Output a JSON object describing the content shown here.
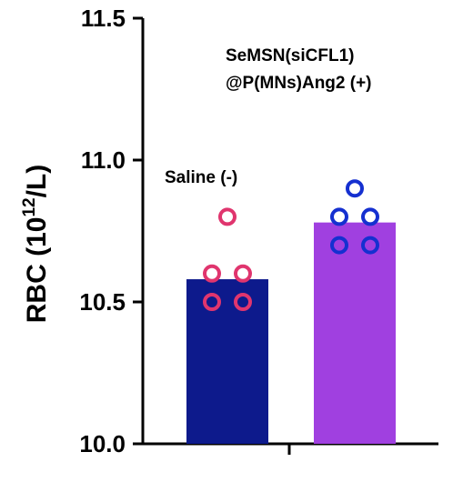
{
  "chart_data": {
    "type": "bar",
    "ylabel": {
      "main": "RBC (10",
      "superscript": "12",
      "unit": "/L)"
    },
    "ylim": [
      10.0,
      11.5
    ],
    "yticks": [
      "10.0",
      "10.5",
      "11.0",
      "11.5"
    ],
    "grid": false,
    "series": [
      {
        "annotation": "Saline (-)",
        "bar_value": 10.58,
        "bar_color": "#0d1a8c",
        "point_color": "#e0356e",
        "points": [
          10.8,
          10.6,
          10.6,
          10.5,
          10.5
        ]
      },
      {
        "annotation_lines": [
          "SeMSN(siCFL1)",
          "@P(MNs)Ang2 (+)"
        ],
        "bar_value": 10.78,
        "bar_color": "#a040e0",
        "point_color": "#1530d0",
        "points": [
          10.9,
          10.8,
          10.8,
          10.7,
          10.7
        ]
      }
    ]
  }
}
